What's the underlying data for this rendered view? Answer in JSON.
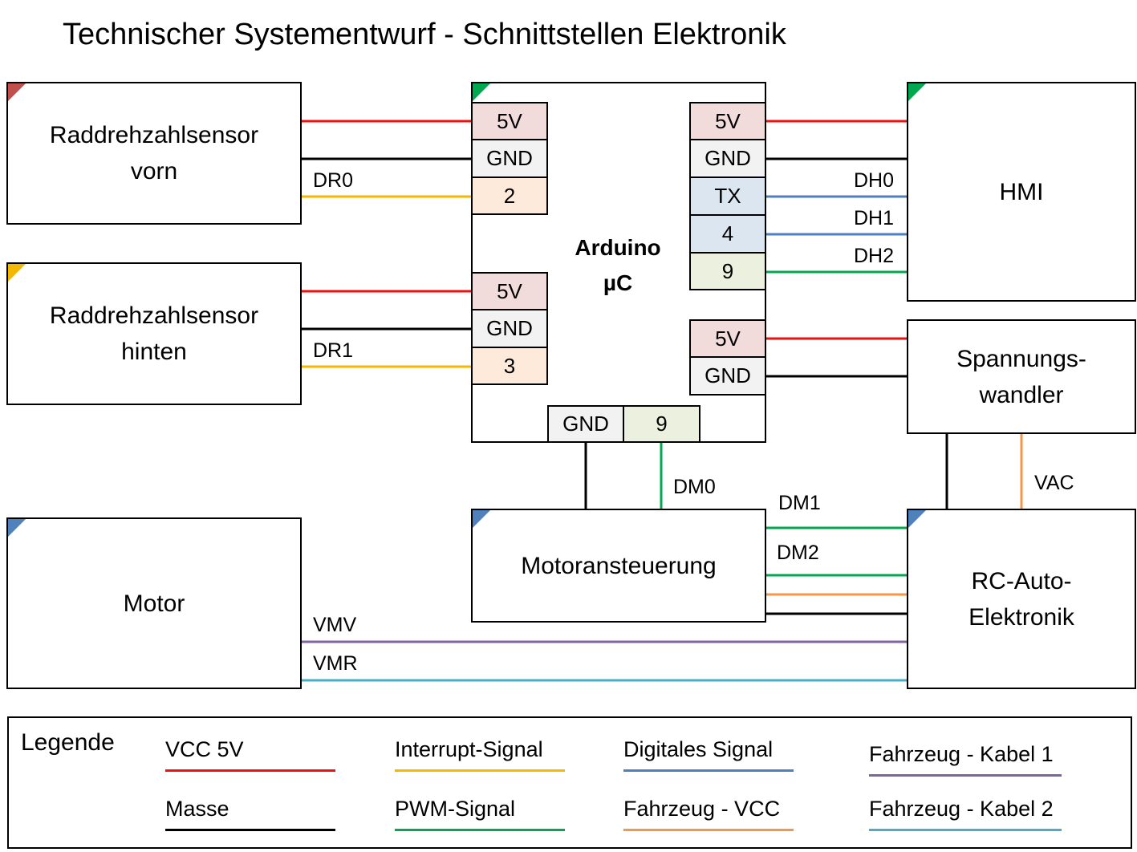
{
  "title": "Technischer Systementwurf - Schnittstellen Elektronik",
  "colors": {
    "vcc5v": "#ee1111",
    "masse": "#000000",
    "interrupt": "#f5b800",
    "pwm": "#00a850",
    "digital": "#4f7fbf",
    "fahrzeug_vcc": "#f79646",
    "kabel1": "#8064a2",
    "kabel2": "#4bacc6",
    "pin_5v": "#f2dcdb",
    "pin_gnd": "#f2f2f2",
    "pin_interrupt": "#fdeada",
    "pin_digital": "#dce6f1",
    "pin_pwm": "#ebf1de",
    "corner_red": "#c0504d",
    "corner_yellow": "#f5b800",
    "corner_green": "#00a850",
    "corner_blue": "#4f81bd"
  },
  "blocks": {
    "sensor_front": {
      "line1": "Raddrehzahlsensor",
      "line2": "vorn"
    },
    "sensor_rear": {
      "line1": "Raddrehzahlsensor",
      "line2": "hinten"
    },
    "arduino": {
      "line1": "Arduino",
      "line2": "µC"
    },
    "hmi": {
      "line1": "HMI"
    },
    "converter": {
      "line1": "Spannungs-",
      "line2": "wandler"
    },
    "motor": {
      "line1": "Motor"
    },
    "motor_control": {
      "line1": "Motoransteuerung"
    },
    "rc_electronics": {
      "line1": "RC-Auto-",
      "line2": "Elektronik"
    }
  },
  "pins": {
    "left_top": [
      "5V",
      "GND",
      "2"
    ],
    "left_bottom": [
      "5V",
      "GND",
      "3"
    ],
    "right_top": [
      "5V",
      "GND",
      "TX",
      "4",
      "9"
    ],
    "right_bottom": [
      "5V",
      "GND"
    ],
    "bottom": [
      "GND",
      "9"
    ]
  },
  "signals": {
    "dr0": "DR0",
    "dr1": "DR1",
    "dh0": "DH0",
    "dh1": "DH1",
    "dh2": "DH2",
    "dm0": "DM0",
    "dm1": "DM1",
    "dm2": "DM2",
    "vac": "VAC",
    "vmv": "VMV",
    "vmr": "VMR"
  },
  "legend": {
    "title": "Legende",
    "items": [
      {
        "label": "VCC 5V",
        "color": "#ee1111"
      },
      {
        "label": "Masse",
        "color": "#000000"
      },
      {
        "label": "Interrupt-Signal",
        "color": "#f5b800"
      },
      {
        "label": "PWM-Signal",
        "color": "#00a850"
      },
      {
        "label": "Digitales Signal",
        "color": "#4f7fbf"
      },
      {
        "label": "Fahrzeug - VCC",
        "color": "#f79646"
      },
      {
        "label": "Fahrzeug - Kabel 1",
        "color": "#8064a2"
      },
      {
        "label": "Fahrzeug - Kabel 2",
        "color": "#4bacc6"
      }
    ]
  }
}
